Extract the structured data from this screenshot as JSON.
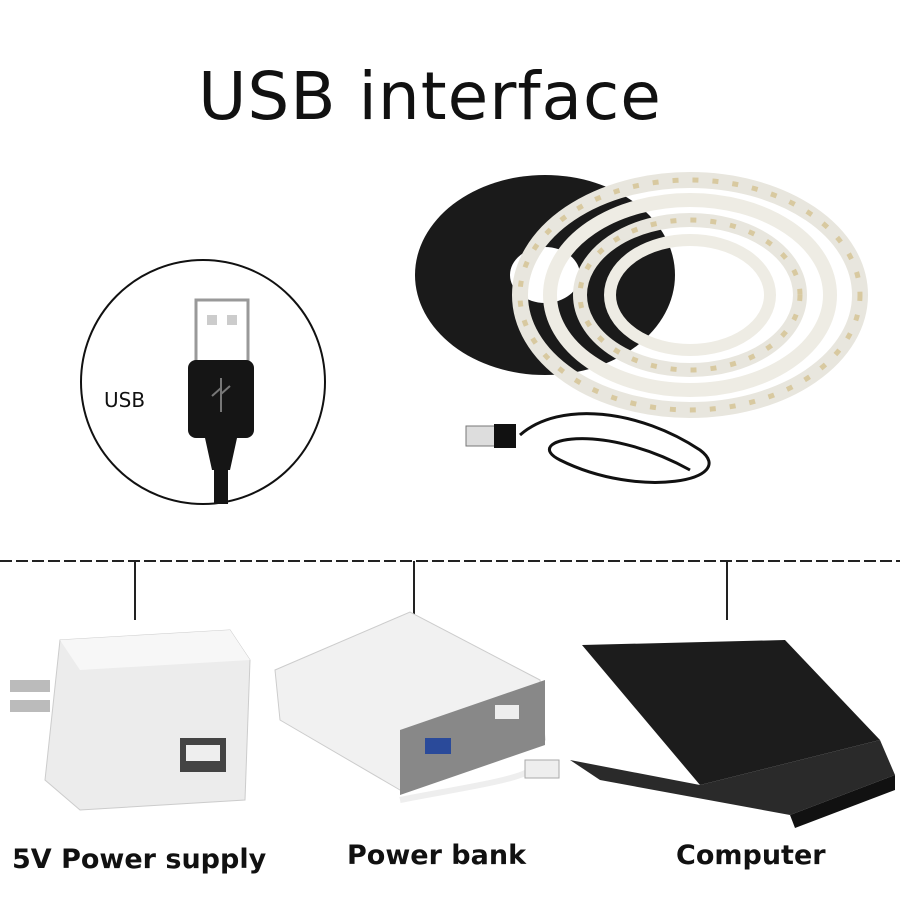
{
  "title": "USB interface",
  "usb_callout": {
    "label": "USB",
    "icon": "usb-plug-icon"
  },
  "power_sources": [
    {
      "label": "5V Power supply",
      "icon": "wall-adapter-icon"
    },
    {
      "label": "Power bank",
      "icon": "power-bank-icon"
    },
    {
      "label": "Computer",
      "icon": "laptop-icon"
    }
  ],
  "colors": {
    "text": "#111111",
    "strip": "#f2f0ea",
    "reel": "#1a1a1a"
  }
}
